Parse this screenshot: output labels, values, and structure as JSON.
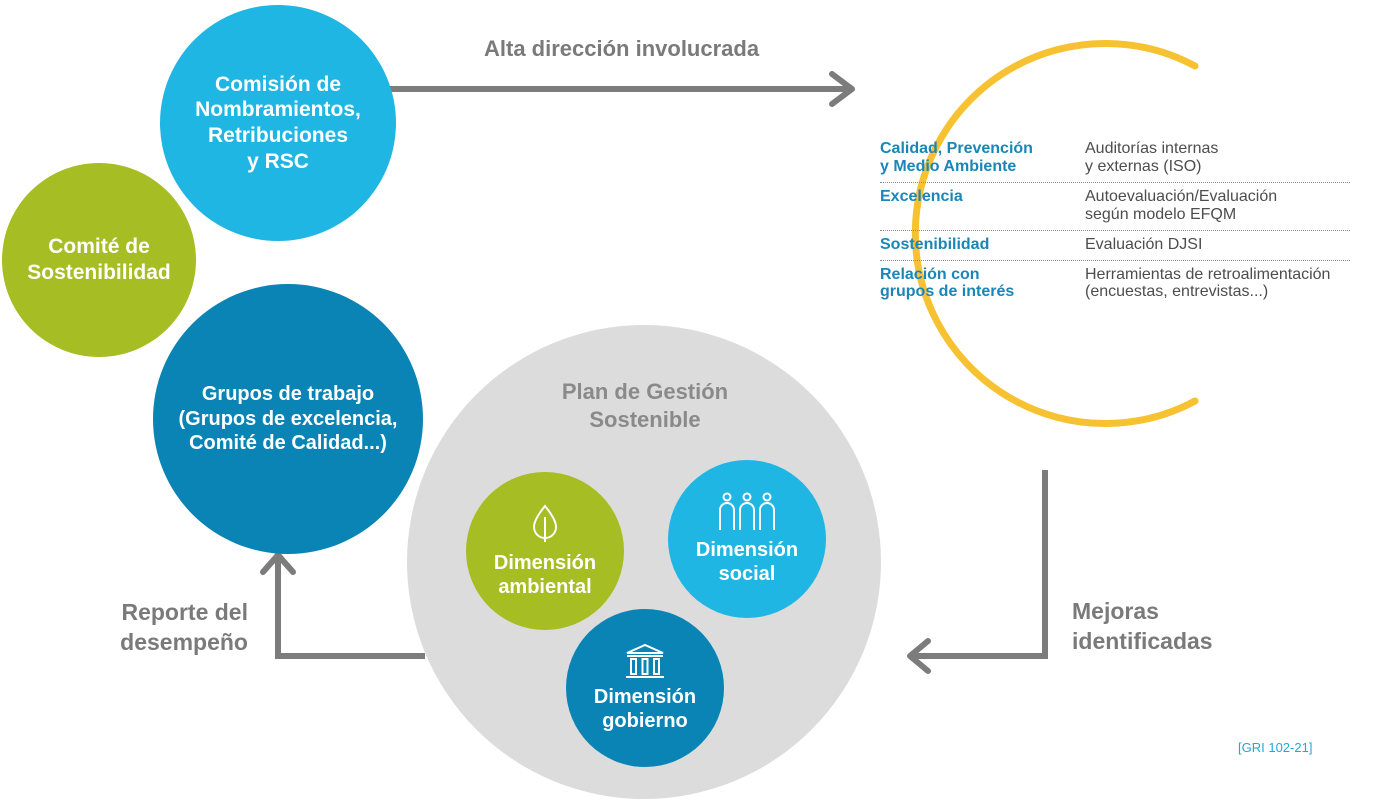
{
  "colors": {
    "light_blue": "#1fb6e4",
    "green": "#a6bd23",
    "dark_blue": "#0a84b5",
    "yellow": "#f7c232",
    "grey_circle": "#dcdcdd",
    "grey_text": "#7a7a7a",
    "arrow": "#7c7c7d",
    "table_blue": "#1a86b8"
  },
  "nodes": {
    "comision": "Comisión de\nNombramientos,\nRetribuciones\ny RSC",
    "comite": "Comité de\nSostenibilidad",
    "grupos": "Grupos de trabajo\n(Grupos de excelencia,\nComité de Calidad...)",
    "plan_title": "Plan de Gestión\nSostenible",
    "dim_ambiental": "Dimensión\nambiental",
    "dim_social": "Dimensión\nsocial",
    "dim_gobierno": "Dimensión\ngobierno"
  },
  "icons": {
    "ambiental": "leaf-icon",
    "social": "people-icon",
    "gobierno": "government-building-icon"
  },
  "flows": {
    "alta_direccion": "Alta dirección involucrada",
    "mejoras": "Mejoras\nidentificadas",
    "reporte": "Reporte del\ndesempeño"
  },
  "evaluation_table": [
    {
      "area": "Calidad, Prevención\ny Medio Ambiente",
      "tool": "Auditorías internas\ny externas (ISO)"
    },
    {
      "area": "Excelencia",
      "tool": "Autoevaluación/Evaluación\nsegún modelo EFQM"
    },
    {
      "area": "Sostenibilidad",
      "tool": "Evaluación DJSI"
    },
    {
      "area": "Relación con\ngrupos de interés",
      "tool": "Herramientas de retroalimentación\n(encuestas, entrevistas...)"
    }
  ],
  "reference": "[GRI 102-21]"
}
